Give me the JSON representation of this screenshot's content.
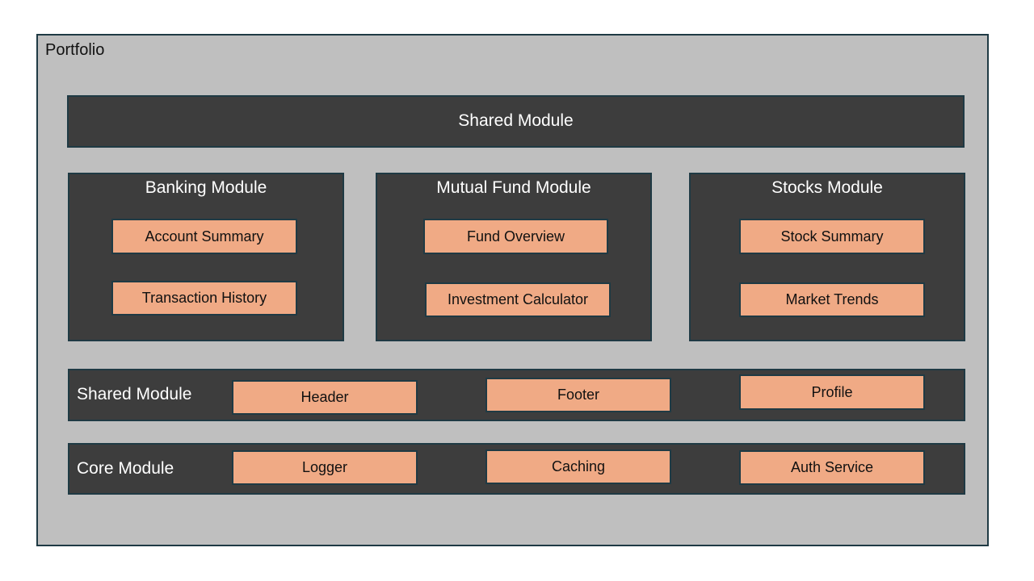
{
  "portfolio": {
    "title": "Portfolio"
  },
  "shared_top": {
    "title": "Shared Module"
  },
  "feature_modules": [
    {
      "title": "Banking Module",
      "items": [
        "Account Summary",
        "Transaction History"
      ]
    },
    {
      "title": "Mutual Fund Module",
      "items": [
        "Fund Overview",
        "Investment Calculator"
      ]
    },
    {
      "title": "Stocks Module",
      "items": [
        "Stock Summary",
        "Market Trends"
      ]
    }
  ],
  "shared_bottom": {
    "title": "Shared Module",
    "items": [
      "Header",
      "Footer",
      "Profile"
    ]
  },
  "core": {
    "title": "Core Module",
    "items": [
      "Logger",
      "Caching",
      "Auth Service"
    ]
  },
  "colors": {
    "container_bg": "#bfbfbf",
    "module_bg": "#3d3d3d",
    "component_bg": "#f0aa85",
    "border": "#1f3a44"
  }
}
